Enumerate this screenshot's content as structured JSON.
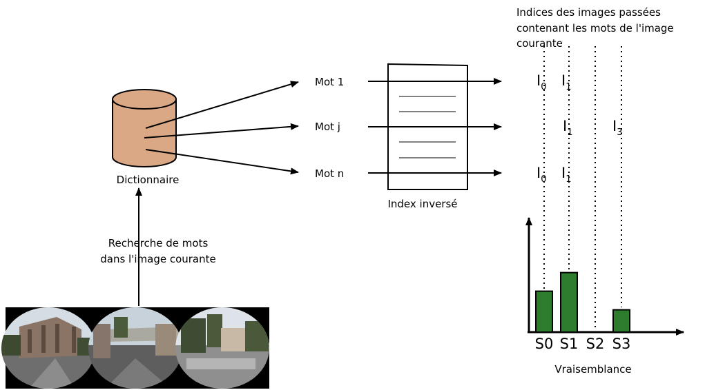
{
  "dictionary": {
    "label": "Dictionnaire"
  },
  "search": {
    "line1": "Recherche de mots",
    "line2": "dans l'image courante"
  },
  "words": [
    {
      "label": "Mot 1"
    },
    {
      "label": "Mot j"
    },
    {
      "label": "Mot n"
    }
  ],
  "inverted_index": {
    "label": "Index inversé"
  },
  "indices_caption": {
    "line1": "Indices des images passées",
    "line2": "contenant les mots de l'image",
    "line3": "courante"
  },
  "image_refs": {
    "row1": [
      {
        "letter": "I",
        "sub": "0"
      },
      {
        "letter": "I",
        "sub": "1"
      }
    ],
    "row2": [
      {
        "letter": "I",
        "sub": "1"
      },
      {
        "letter": "I",
        "sub": "3"
      }
    ],
    "row3": [
      {
        "letter": "I",
        "sub": "0"
      },
      {
        "letter": "I",
        "sub": "1"
      }
    ]
  },
  "chart_data": {
    "type": "bar",
    "categories": [
      "S0",
      "S1",
      "S2",
      "S3"
    ],
    "values": [
      2.2,
      3.2,
      0,
      1.2
    ],
    "xlabel": "Vraisemblance",
    "ylabel": "",
    "bar_color": "#2e7d2e"
  },
  "colors": {
    "cylinder": "#dba886",
    "bar": "#2e7d2e",
    "panorama_sky": "#cfd8df",
    "panorama_ground": "#6b6b6b"
  }
}
